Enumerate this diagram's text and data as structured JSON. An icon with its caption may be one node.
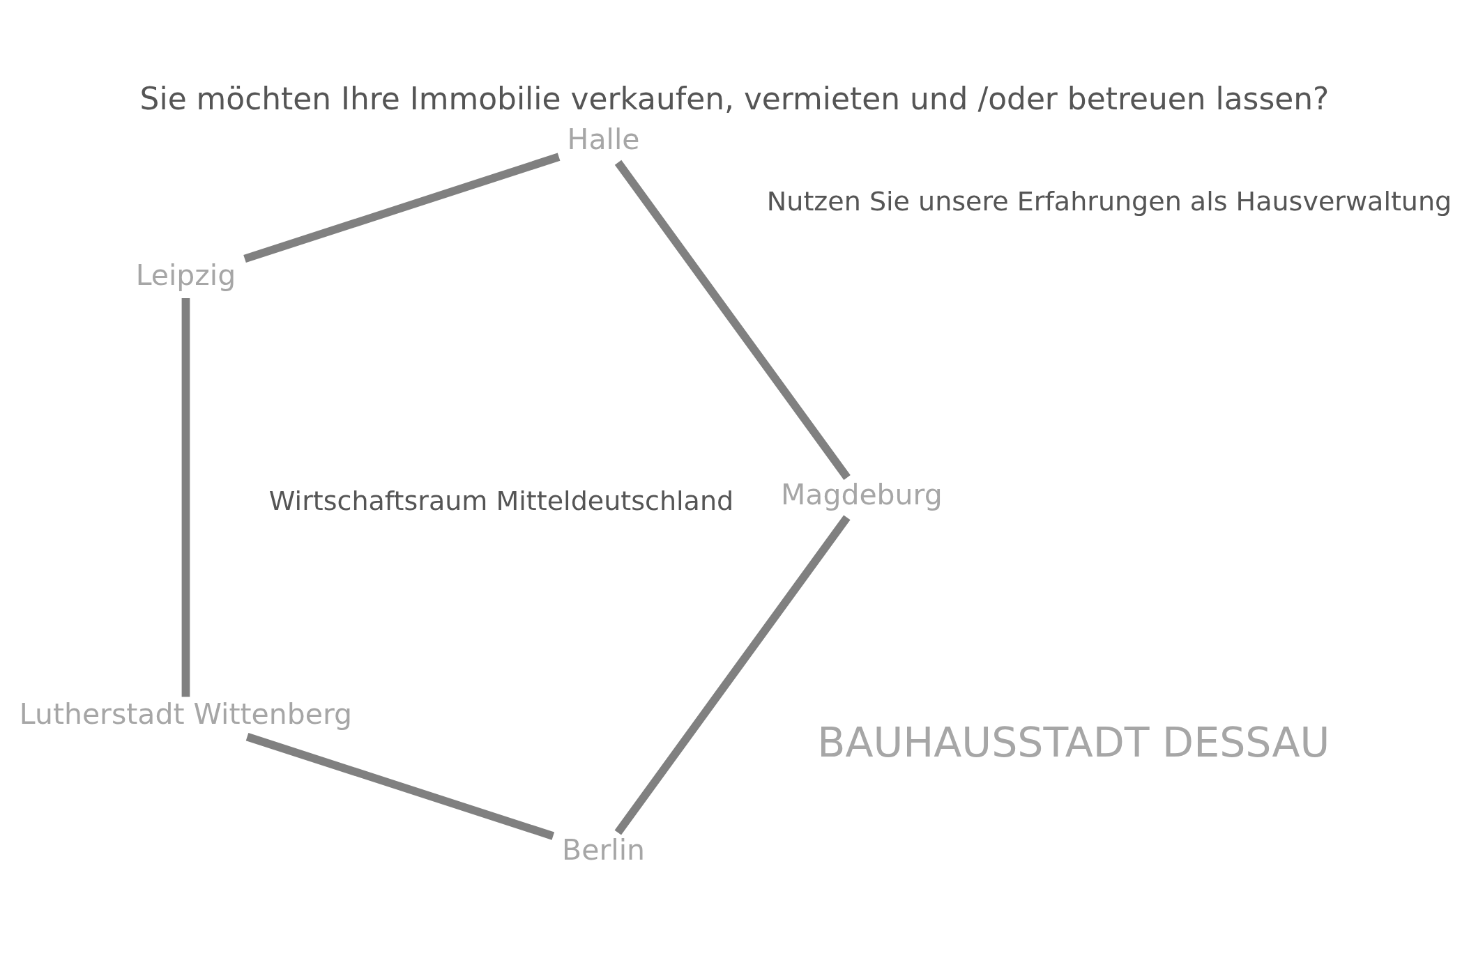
{
  "diagram": {
    "title": "Sie möchten Ihre Immobilie verkaufen, vermieten und /oder betreuen lassen?",
    "nodes": [
      {
        "text": [
          "Berlin"
        ]
      },
      {
        "text": [
          "Lutherstadt Wittenberg"
        ]
      },
      {
        "text": [
          "Leipzig"
        ]
      },
      {
        "text": [
          "Halle"
        ]
      },
      {
        "text": [
          "Magdeburg"
        ]
      }
    ],
    "edges": [
      {
        "from": 0,
        "to": 1,
        "arrow": "none"
      },
      {
        "from": 1,
        "to": 2,
        "arrow": "none"
      },
      {
        "from": 2,
        "to": 3,
        "arrow": "none"
      },
      {
        "from": 3,
        "to": 4,
        "arrow": "none"
      },
      {
        "from": 4,
        "to": 0,
        "arrow": "none"
      }
    ],
    "labels": [
      "BAUHAUSSTADT DESSAU",
      "Nutzen Sie unsere Erfahrungen als Hausverwaltung",
      "Wirtschaftsraum Mitteldeutschland"
    ]
  }
}
